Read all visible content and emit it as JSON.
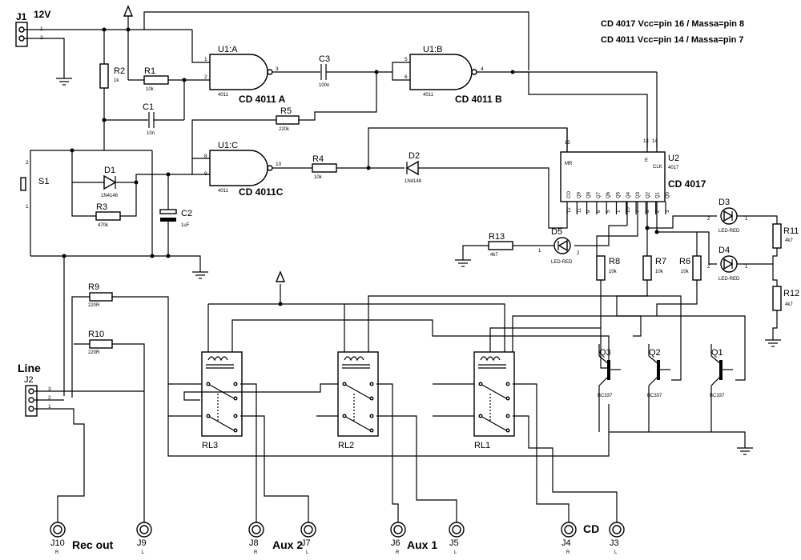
{
  "notes": {
    "cd4017": "CD 4017  Vcc=pin 16 / Massa=pin 8",
    "cd4011": "CD 4011 Vcc=pin 14 / Massa=pin 7"
  },
  "power": {
    "ref": "J1",
    "label": "12V",
    "pin1": "1",
    "pin2": "2"
  },
  "gates": {
    "a": {
      "ref": "U1:A",
      "chip": "4011",
      "name": "CD 4011 A",
      "in1": "1",
      "in2": "2",
      "out": "3"
    },
    "b": {
      "ref": "U1:B",
      "chip": "4011",
      "name": "CD 4011 B",
      "in1": "5",
      "in2": "6",
      "out": "4"
    },
    "c": {
      "ref": "U1:C",
      "chip": "4011",
      "name": "CD 4011C",
      "in1": "8",
      "in2": "9",
      "out": "10"
    }
  },
  "counter": {
    "ref": "U2",
    "chip": "4017",
    "name": "CD 4017",
    "top_pins": [
      "15",
      "13",
      "14"
    ],
    "top_labels": [
      "MR",
      "E",
      "CLK"
    ],
    "bottom_labels": [
      "CO",
      "Q9",
      "Q8",
      "Q7",
      "Q6",
      "Q5",
      "Q4",
      "Q3",
      "Q2",
      "Q1",
      "Q0"
    ],
    "bottom_pins": [
      "12",
      "11",
      "9",
      "6",
      "5",
      "1",
      "10",
      "7",
      "4",
      "2",
      "3"
    ]
  },
  "resistors": {
    "r1": {
      "ref": "R1",
      "value": "10k"
    },
    "r2": {
      "ref": "R2",
      "value": "1k"
    },
    "r3": {
      "ref": "R3",
      "value": "470k"
    },
    "r4": {
      "ref": "R4",
      "value": "10k"
    },
    "r5": {
      "ref": "R5",
      "value": "220k"
    },
    "r6": {
      "ref": "R6",
      "value": "10k"
    },
    "r7": {
      "ref": "R7",
      "value": "10k"
    },
    "r8": {
      "ref": "R8",
      "value": "10k"
    },
    "r9": {
      "ref": "R9",
      "value": "220R"
    },
    "r10": {
      "ref": "R10",
      "value": "220R"
    },
    "r11": {
      "ref": "R11",
      "value": "4k7"
    },
    "r12": {
      "ref": "R12",
      "value": "4k7"
    },
    "r13": {
      "ref": "R13",
      "value": "4k7"
    }
  },
  "capacitors": {
    "c1": {
      "ref": "C1",
      "value": "10n"
    },
    "c2": {
      "ref": "C2",
      "value": "1uF"
    },
    "c3": {
      "ref": "C3",
      "value": "100n"
    }
  },
  "diodes": {
    "d1": {
      "ref": "D1",
      "value": "1N4148"
    },
    "d2": {
      "ref": "D2",
      "value": "1N4148"
    },
    "d3": {
      "ref": "D3",
      "value": "LED-RED"
    },
    "d4": {
      "ref": "D4",
      "value": "LED-RED"
    },
    "d5": {
      "ref": "D5",
      "value": "LED-RED"
    }
  },
  "switch": {
    "ref": "S1",
    "pin1": "1",
    "pin2": "2"
  },
  "transistors": {
    "q1": {
      "ref": "Q1",
      "value": "BC337"
    },
    "q2": {
      "ref": "Q2",
      "value": "BC337"
    },
    "q3": {
      "ref": "Q3",
      "value": "BC337"
    }
  },
  "relays": {
    "rl1": "RL1",
    "rl2": "RL2",
    "rl3": "RL3"
  },
  "line": {
    "title": "Line",
    "ref": "J2",
    "pins": [
      "3",
      "2",
      "1"
    ]
  },
  "jacks": [
    {
      "ref": "J10",
      "side": "R"
    },
    {
      "ref": "J9",
      "side": "L"
    },
    {
      "ref": "J8",
      "side": "R"
    },
    {
      "ref": "J7",
      "side": "L"
    },
    {
      "ref": "J6",
      "side": "R"
    },
    {
      "ref": "J5",
      "side": "L"
    },
    {
      "ref": "J4",
      "side": "R"
    },
    {
      "ref": "J3",
      "side": "L"
    }
  ],
  "groups": {
    "rec": "Rec out",
    "aux2": "Aux 2",
    "aux1": "Aux 1",
    "cd": "CD"
  },
  "led_pins": {
    "anode": "2",
    "cathode": "1"
  }
}
